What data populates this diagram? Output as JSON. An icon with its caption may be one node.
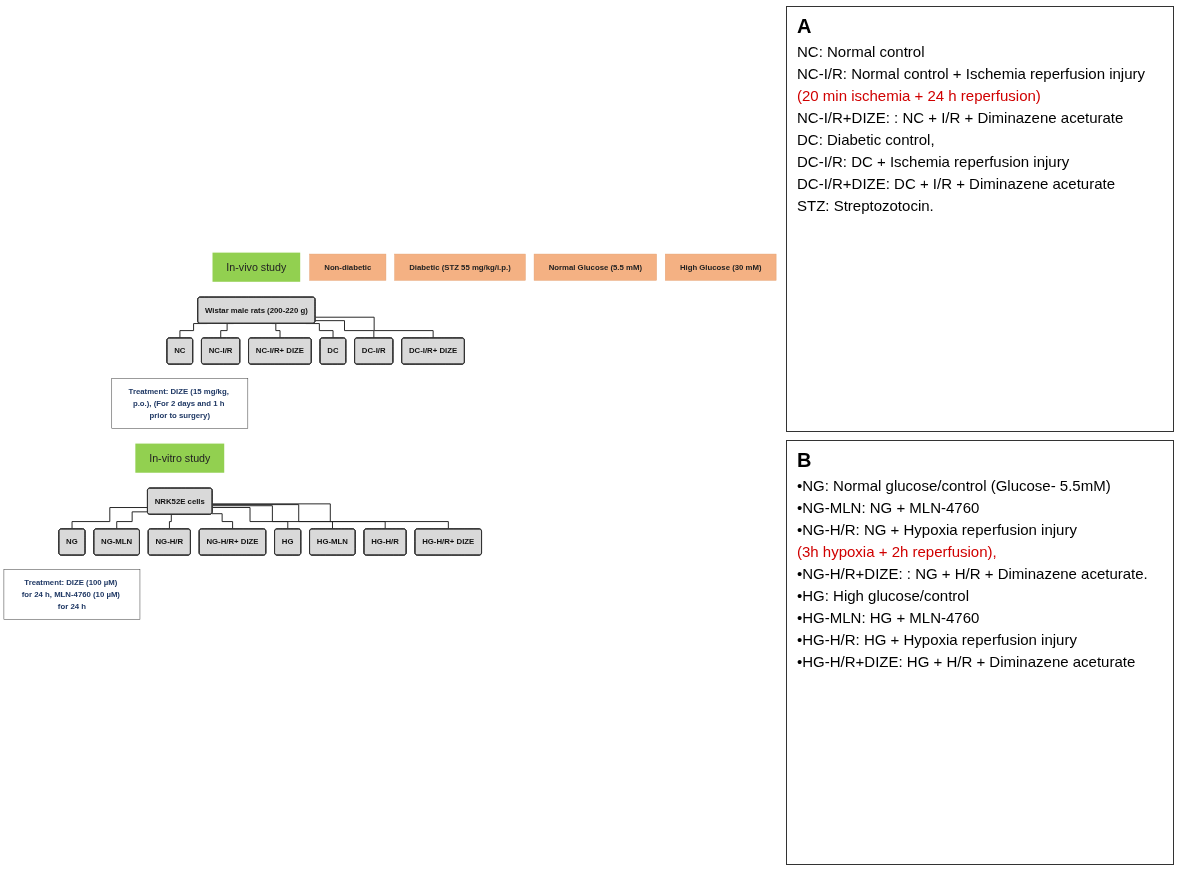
{
  "diagram": {
    "nodes": [
      {
        "text": [
          "In-vivo study"
        ]
      },
      {
        "text": [
          "Wistar male rats (200-220 g)"
        ]
      },
      {
        "text": [
          "Non-diabetic"
        ]
      },
      {
        "text": [
          "Diabetic (STZ 55 mg/kg/i.p.)"
        ]
      },
      {
        "text": [
          "NC"
        ]
      },
      {
        "text": [
          "NC-I/R"
        ]
      },
      {
        "text": [
          "NC-I/R+ DIZE"
        ]
      },
      {
        "text": [
          "DC"
        ]
      },
      {
        "text": [
          "DC-I/R"
        ]
      },
      {
        "text": [
          "DC-I/R+ DIZE"
        ]
      },
      {
        "text": [
          "Treatment: DIZE (15 mg/kg, p.o.), (For 2 days and 1 h prior to surgery)"
        ]
      },
      {
        "text": [
          "In-vitro study"
        ]
      },
      {
        "text": [
          "NRK52E cells"
        ]
      },
      {
        "text": [
          "Normal Glucose (5.5 mM)"
        ]
      },
      {
        "text": [
          "High Glucose (30 mM)"
        ]
      },
      {
        "text": [
          "NG"
        ]
      },
      {
        "text": [
          "NG-MLN"
        ]
      },
      {
        "text": [
          "NG-H/R"
        ]
      },
      {
        "text": [
          "NG-H/R+ DIZE"
        ]
      },
      {
        "text": [
          "HG"
        ]
      },
      {
        "text": [
          "HG-MLN"
        ]
      },
      {
        "text": [
          "HG-H/R"
        ]
      },
      {
        "text": [
          "HG-H/R+ DIZE"
        ]
      },
      {
        "text": [
          "Treatment: DIZE (100 µM) for 24 h, MLN-4760 (10 µM) for 24 h"
        ]
      }
    ],
    "edges": [
      {
        "from": 1,
        "to": 4,
        "arrow": "none"
      },
      {
        "from": 1,
        "to": 5,
        "arrow": "none"
      },
      {
        "from": 1,
        "to": 6,
        "arrow": "none"
      },
      {
        "from": 1,
        "to": 7,
        "arrow": "none"
      },
      {
        "from": 1,
        "to": 8,
        "arrow": "none"
      },
      {
        "from": 1,
        "to": 9,
        "arrow": "none"
      },
      {
        "from": 12,
        "to": 15,
        "arrow": "none"
      },
      {
        "from": 12,
        "to": 16,
        "arrow": "none"
      },
      {
        "from": 12,
        "to": 17,
        "arrow": "none"
      },
      {
        "from": 12,
        "to": 18,
        "arrow": "none"
      },
      {
        "from": 12,
        "to": 19,
        "arrow": "none"
      },
      {
        "from": 12,
        "to": 20,
        "arrow": "none"
      },
      {
        "from": 12,
        "to": 21,
        "arrow": "none"
      },
      {
        "from": 12,
        "to": 22,
        "arrow": "none"
      }
    ],
    "labels": [
      "A",
      "NC: Normal control",
      "NC-I/R: Normal control + Ischemia reperfusion injury",
      "(20 min ischemia + 24 h reperfusion)",
      "NC-I/R+DIZE: : NC + I/R + Diminazene aceturate",
      "DC: Diabetic control,",
      "DC-I/R: DC + Ischemia reperfusion injury",
      "DC-I/R+DIZE: DC + I/R + Diminazene aceturate",
      "STZ: Streptozotocin.",
      "B",
      "•NG: Normal glucose/control (Glucose- 5.5mM)",
      "•NG-MLN: NG + MLN-4760",
      "•NG-H/R: NG + Hypoxia reperfusion injury",
      "(3h hypoxia + 2h reperfusion),",
      "•NG-H/R+DIZE: : NG + H/R + Diminazene aceturate.",
      "•HG: High glucose/control",
      "•HG-MLN: HG + MLN-4760",
      "•HG-H/R: HG + Hypoxia reperfusion injury",
      "•HG-H/R+DIZE: HG + H/R + Diminazene aceturate"
    ]
  }
}
